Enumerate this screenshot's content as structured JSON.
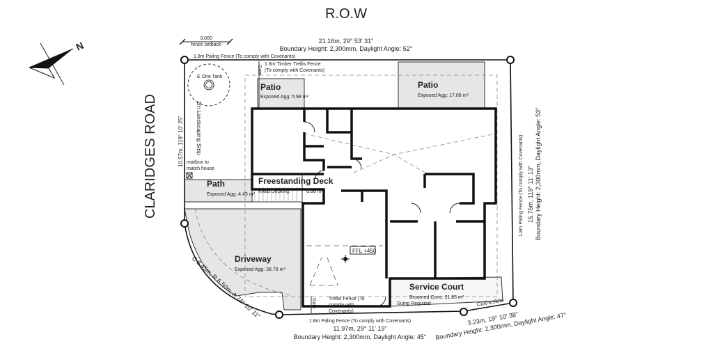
{
  "title": "R.O.W",
  "road_name": "CLARIDGES ROAD",
  "north_label": "N",
  "setback": {
    "value": "3.000",
    "label": "fence setback"
  },
  "boundaries": {
    "top": {
      "fence": "1.8m Paling Fence (To comply with Covenants)",
      "dimension": "21.16m, 29° 53' 31\"",
      "height": "Boundary Height: 2,300mm, Daylight Angle: 52°"
    },
    "right": {
      "fence": "1.8m Paling Fence (To comply with Covenants)",
      "dimension": "15.75m, 119° 11' 13\"",
      "height": "Boundary Height: 2,300mm, Daylight Angle: 53°"
    },
    "bottom": {
      "fence": "1.8m Paling Fence (To comply with Covenants)",
      "dimension": "11.97m, 29° 11' 19\"",
      "height": "Boundary Height: 2,300mm, Daylight Angle: 45°"
    },
    "bottom_right": {
      "dimension": "3.23m, 19° 10' 38\"",
      "height": "Boundary Height: 2,300mm, Daylight Angle: 47°"
    },
    "left": {
      "dimension": "10.57m, 119° 10' 25\""
    },
    "curve": {
      "dimension": "C 8.45m, R 6.50m, A 74° 10' 11\""
    }
  },
  "labels": {
    "trellis_fence_1": "1.8m Timber Trellis Fence",
    "trellis_fence_2": "(To comply with Covenants)",
    "gate": "Gate",
    "tank": "E One Tank",
    "landscaping": "2m Landscaping Strip",
    "mailbox_1": "mailbox to",
    "mailbox_2": "match house",
    "ffl": "FFL +450",
    "sump": "Sump Required",
    "clothesline": "Clothesline",
    "trellis_bottom_1": "Trellis Fence (To",
    "trellis_bottom_2": "comply with",
    "trellis_bottom_3": "Covenants)"
  },
  "areas": {
    "patio_left": {
      "name": "Patio",
      "detail": "Exposed Agg: 5.98 m²"
    },
    "patio_right": {
      "name": "Patio",
      "detail": "Exposed Agg: 17.09 m²"
    },
    "path": {
      "name": "Path",
      "detail": "Exposed Agg: 4.43 m²"
    },
    "deck": {
      "name": "Freestanding Deck",
      "detail": "Kwila Decking:",
      "area": "6.66 m²"
    },
    "driveway": {
      "name": "Driveway",
      "detail": "Exposed Agg: 38.78 m²"
    },
    "service_court": {
      "name": "Service Court",
      "detail": "Broomed Conc: 21.85 m²"
    }
  }
}
